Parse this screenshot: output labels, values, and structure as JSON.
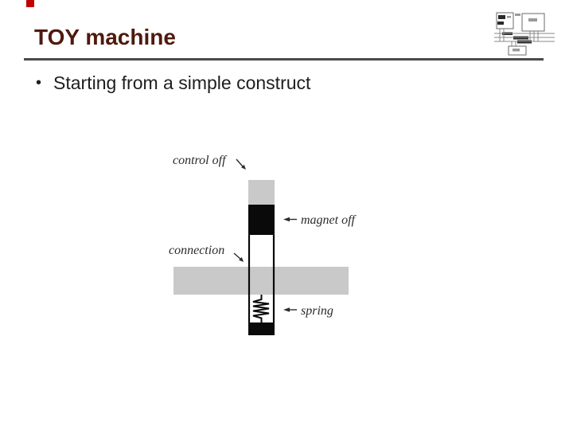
{
  "slide": {
    "title": "TOY machine",
    "bullet_glyph": "•",
    "bullet": "Starting from a simple construct"
  },
  "figure": {
    "labels": {
      "control": "control off",
      "magnet": "magnet off",
      "connection": "connection",
      "spring": "spring"
    }
  },
  "theme": {
    "background": "#ffffff",
    "title_color": "#4f1a0e",
    "accent_square_color": "#c00000",
    "rule_color": "#4a4a4c",
    "body_text_color": "#1e1e1e",
    "figure_gray": "#c9c9c9",
    "figure_black": "#0a0a0a",
    "figure_label_color": "#2b2b2b"
  }
}
